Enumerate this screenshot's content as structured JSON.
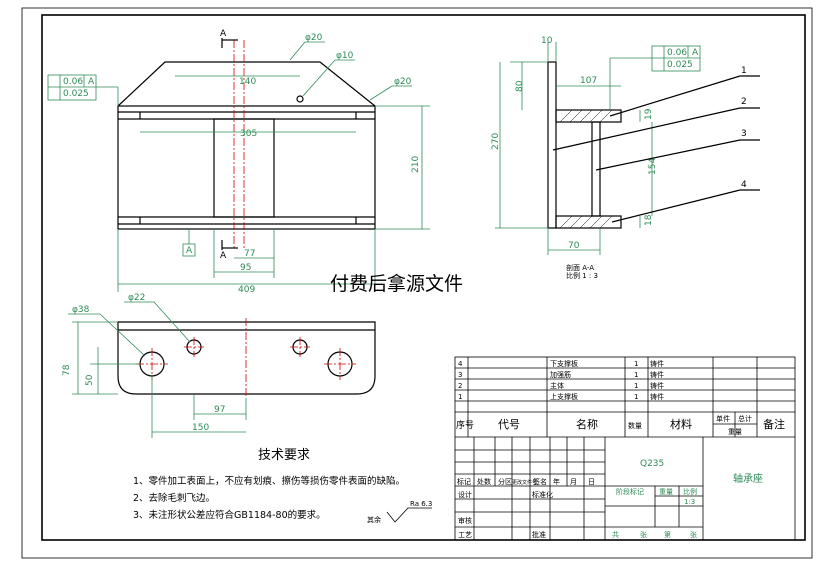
{
  "drawing": {
    "watermark": "付费后拿源文件",
    "section_label": {
      "title": "剖面 A-A",
      "scale": "比例 1 : 3"
    },
    "tech_requirements": {
      "heading": "技术要求",
      "items": [
        "1、零件加工表面上，不应有划痕、擦伤等损伤零件表面的缺陷。",
        "2、去除毛刺飞边。",
        "3、未注形状公差应符合GB1184-80的要求。"
      ]
    },
    "roughness": {
      "prefix": "其余",
      "value": "Ra 6.3"
    },
    "front_view": {
      "section_marker": "A",
      "dims": {
        "width_total": "409",
        "width_inner": "305",
        "width_top": "140",
        "dim_95": "95",
        "dim_77": "77",
        "height": "210",
        "dia_20_top": "φ20",
        "dia_10": "φ10",
        "dia_20_right": "φ20"
      },
      "tolerance_flatness": "0.06",
      "tolerance_ref": "A",
      "tolerance_cyl": "0.025",
      "datum": "A"
    },
    "side_view": {
      "dims": {
        "d10": "10",
        "d107": "107",
        "d80": "80",
        "d270": "270",
        "d19": "19",
        "d154": "154",
        "d18": "18",
        "d70": "70"
      },
      "tolerance_flatness": "0.06",
      "tolerance_ref": "A",
      "tolerance_cyl": "0.025",
      "callouts": [
        "1",
        "2",
        "3",
        "4"
      ]
    },
    "bottom_view": {
      "dims": {
        "dia38": "φ38",
        "dia22": "φ22",
        "d78": "78",
        "d50": "50",
        "d97": "97",
        "d150": "150"
      }
    },
    "title_block": {
      "parts": [
        {
          "no": "4",
          "name": "下支撑板",
          "qty": "1",
          "material": "铸件"
        },
        {
          "no": "3",
          "name": "加强筋",
          "qty": "1",
          "material": "铸件"
        },
        {
          "no": "2",
          "name": "主体",
          "qty": "1",
          "material": "铸件"
        },
        {
          "no": "1",
          "name": "上支撑板",
          "qty": "1",
          "material": "铸件"
        }
      ],
      "header": {
        "no": "序号",
        "code": "代号",
        "name": "名称",
        "qty": "数量",
        "material": "材料",
        "unit": "单件",
        "total": "总计",
        "weight": "重量",
        "remark": "备注"
      },
      "material": "Q235",
      "part_name": "轴承座",
      "rev_labels": [
        "标记",
        "处数",
        "分区",
        "更改文件号",
        "签名",
        "年",
        "月",
        "日"
      ],
      "design": "设计",
      "std": "标准化",
      "check": "审核",
      "process": "工艺",
      "approve": "批准",
      "stage": "阶段标记",
      "weight": "重量",
      "scale": "比例",
      "scale_value": "1:3",
      "sheet_labels": [
        "共",
        "张",
        "第",
        "张"
      ]
    }
  }
}
